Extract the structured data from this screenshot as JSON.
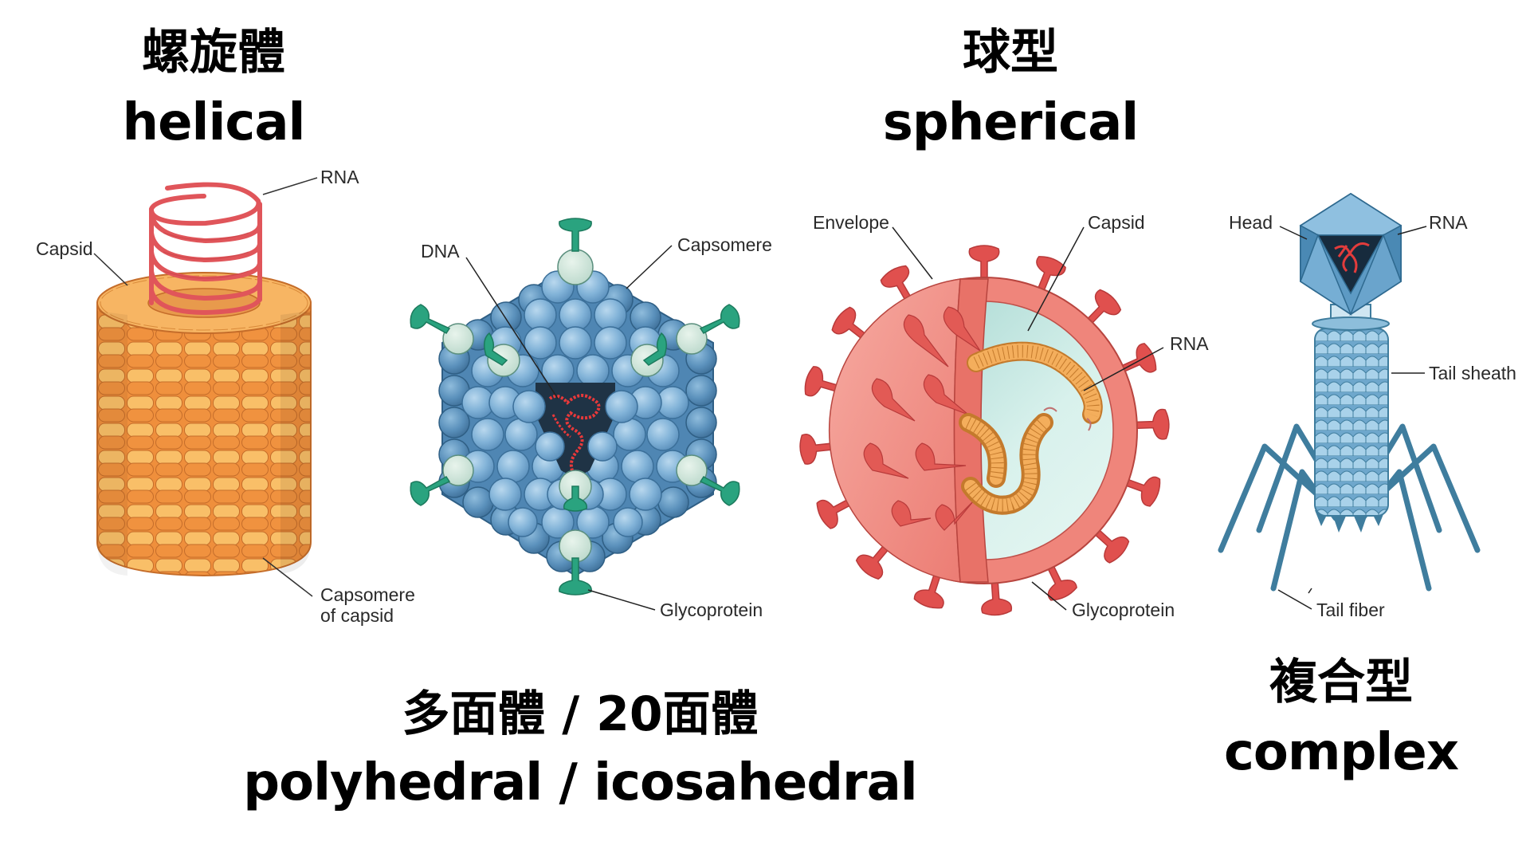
{
  "types": {
    "helical": {
      "zh": "螺旋體",
      "en": "helical"
    },
    "spherical": {
      "zh": "球型",
      "en": "spherical"
    },
    "polyhedral": {
      "zh": "多面體 / 20面體",
      "en": "polyhedral / icosahedral"
    },
    "complex": {
      "zh": "複合型",
      "en": "complex"
    }
  },
  "labels": {
    "helical": {
      "rna": "RNA",
      "capsid": "Capsid",
      "capsomere_1": "Capsomere",
      "capsomere_2": "of capsid"
    },
    "polyhedral": {
      "dna": "DNA",
      "capsomere": "Capsomere",
      "glycoprotein": "Glycoprotein"
    },
    "spherical": {
      "envelope": "Envelope",
      "capsid": "Capsid",
      "rna": "RNA",
      "glycoprotein": "Glycoprotein"
    },
    "complex": {
      "head": "Head",
      "rna": "RNA",
      "tail_sheath": "Tail sheath",
      "tail_fiber": "Tail fiber"
    }
  },
  "colors": {
    "helical_capsomere_light": "#f9bf68",
    "helical_capsomere_dark": "#ef8f3c",
    "helical_rna": "#e0555a",
    "polyhedral_sphere": "#7fb0d6",
    "polyhedral_sphere_dark": "#4f86b3",
    "polyhedral_spike": "#2aa37f",
    "polyhedral_spike_base": "#cfe6da",
    "polyhedral_core": "#1f3345",
    "spherical_envelope": "#f08a80",
    "spherical_spike": "#e0504e",
    "spherical_interior": "#d5efea",
    "spherical_capsid": "#f4ae5c",
    "complex_head": "#5d9ac4",
    "complex_tail": "#9ccbe6",
    "complex_fiber": "#3f7d9e"
  }
}
